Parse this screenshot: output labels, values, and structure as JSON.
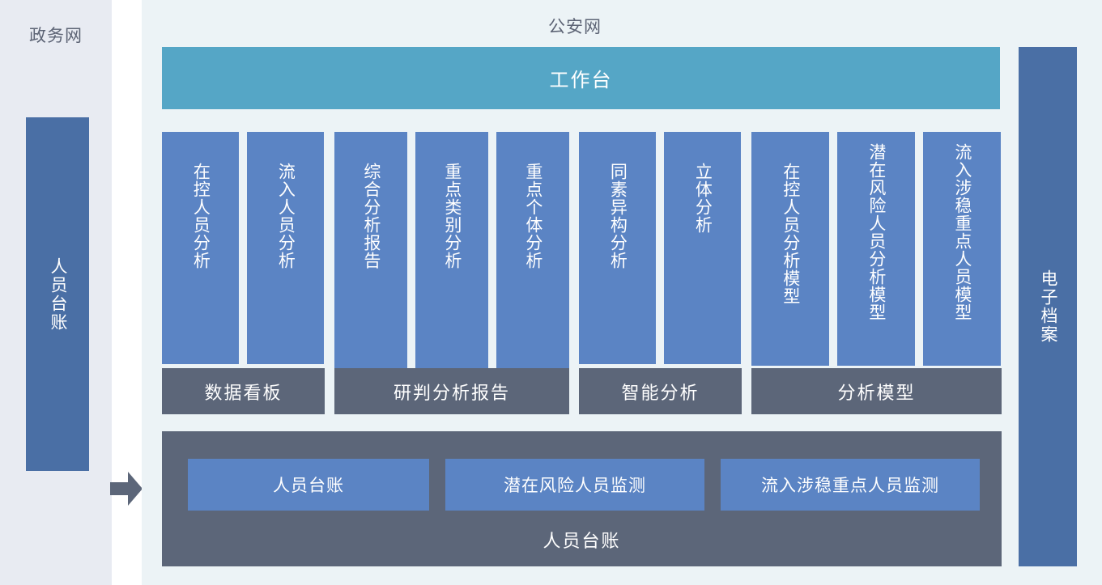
{
  "left_panel": {
    "title": "政务网",
    "ledger_column_label": "人员台账"
  },
  "connector": {
    "arrow_icon": "arrow-right-icon",
    "color": "#5c6679"
  },
  "main_panel": {
    "title": "公安网",
    "workbench_label": "工作台",
    "groups": [
      {
        "id": "dashboard",
        "footer_label": "数据看板",
        "cards": [
          "在控人员分析",
          "流入人员分析"
        ]
      },
      {
        "id": "report",
        "footer_label": "研判分析报告",
        "cards": [
          "综合分析报告",
          "重点类别分析",
          "重点个体分析"
        ]
      },
      {
        "id": "intelligence",
        "footer_label": "智能分析",
        "cards": [
          "同素异构分析",
          "立体分析"
        ]
      },
      {
        "id": "model",
        "footer_label": "分析模型",
        "cards": [
          "在控人员分析模型",
          "潜在风险人员分析模型",
          "流入涉稳重点人员模型"
        ]
      }
    ],
    "ledger_block": {
      "caption": "人员台账",
      "items": [
        "人员台账",
        "潜在风险人员监测",
        "流入涉稳重点人员监测"
      ]
    }
  },
  "right_panel": {
    "archive_label": "电子档案"
  },
  "colors": {
    "gov_panel_bg": "#e8ebf2",
    "ps_panel_bg": "#ecf3f6",
    "accent_teal": "#55a6c6",
    "card_blue": "#5b84c4",
    "column_blue": "#4a6fa5",
    "bar_gray": "#5c6679",
    "title_text": "#5d6475"
  }
}
